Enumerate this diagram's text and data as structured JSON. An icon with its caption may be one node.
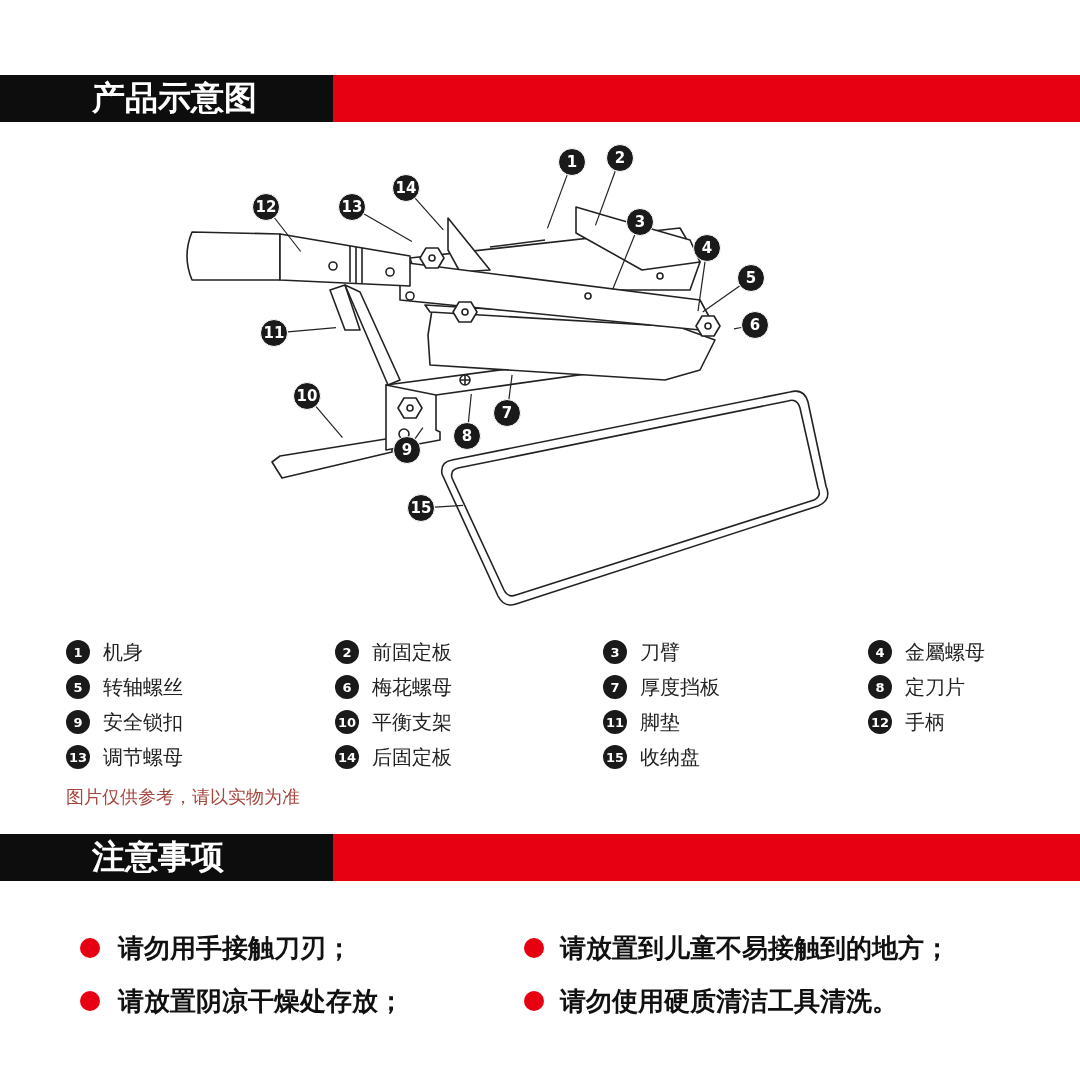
{
  "diagram": {
    "nodes": [
      {
        "text": [
          "1"
        ]
      },
      {
        "text": [
          "2"
        ]
      },
      {
        "text": [
          "3"
        ]
      },
      {
        "text": [
          "4"
        ]
      },
      {
        "text": [
          "5"
        ]
      },
      {
        "text": [
          "6"
        ]
      },
      {
        "text": [
          "7"
        ]
      },
      {
        "text": [
          "8"
        ]
      },
      {
        "text": [
          "9"
        ]
      },
      {
        "text": [
          "10"
        ]
      },
      {
        "text": [
          "11"
        ]
      },
      {
        "text": [
          "12"
        ]
      },
      {
        "text": [
          "13"
        ]
      },
      {
        "text": [
          "14"
        ]
      },
      {
        "text": [
          "15"
        ]
      }
    ],
    "edges": [
      {
        "from": 0,
        "to": null,
        "arrow": "none"
      },
      {
        "from": 1,
        "to": null,
        "arrow": "none"
      },
      {
        "from": 2,
        "to": null,
        "arrow": "none"
      },
      {
        "from": 3,
        "to": null,
        "arrow": "none"
      },
      {
        "from": 4,
        "to": null,
        "arrow": "none"
      },
      {
        "from": 5,
        "to": null,
        "arrow": "none"
      },
      {
        "from": 6,
        "to": null,
        "arrow": "none"
      },
      {
        "from": 7,
        "to": null,
        "arrow": "none"
      },
      {
        "from": 8,
        "to": null,
        "arrow": "none"
      },
      {
        "from": 9,
        "to": null,
        "arrow": "none"
      },
      {
        "from": 10,
        "to": null,
        "arrow": "none"
      },
      {
        "from": 11,
        "to": null,
        "arrow": "none"
      },
      {
        "from": 12,
        "to": null,
        "arrow": "none"
      },
      {
        "from": 13,
        "to": null,
        "arrow": "none"
      },
      {
        "from": 14,
        "to": null,
        "arrow": "none"
      }
    ],
    "labels": [
      "产品示意图",
      "1",
      "机身",
      "2",
      "前固定板",
      "3",
      "刀臂",
      "4",
      "金屬螺母",
      "5",
      "转轴螺丝",
      "6",
      "梅花螺母",
      "7",
      "厚度挡板",
      "8",
      "定刀片",
      "9",
      "安全锁扣",
      "10",
      "平衡支架",
      "11",
      "脚垫",
      "12",
      "手柄",
      "13",
      "调节螺母",
      "14",
      "后固定板",
      "15",
      "收纳盘",
      "图片仅供参考，请以实物为准",
      "注意事项",
      "请勿用手接触刀刃；",
      "请放置到儿童不易接触到的地方；",
      "请放置阴凉干燥处存放；",
      "请勿使用硬质清洁工具清洗。"
    ]
  }
}
